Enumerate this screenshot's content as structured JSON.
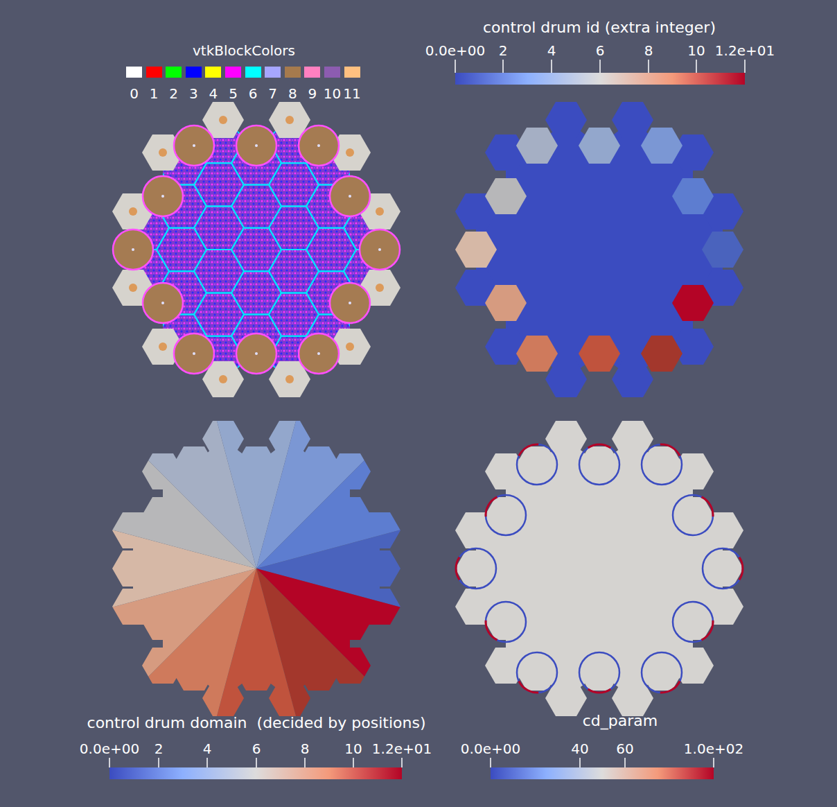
{
  "diagram": {
    "labels": [
      "vtkBlockColors",
      "control drum id (extra integer)",
      "0.0e+00",
      "2",
      "4",
      "6",
      "8",
      "10",
      "1.2e+01",
      "control drum domain  (decided by positions)",
      "0.0e+00",
      "2",
      "4",
      "6",
      "8",
      "10",
      "1.2e+01",
      "cd_param",
      "0.0e+00",
      "40",
      "60",
      "1.0e+02"
    ],
    "legend": [
      {
        "text": "0",
        "color": "#ffffff"
      },
      {
        "text": "1",
        "color": "#ff0000"
      },
      {
        "text": "2",
        "color": "#00ff00"
      },
      {
        "text": "3",
        "color": "#0000ff"
      },
      {
        "text": "4",
        "color": "#ffff00"
      },
      {
        "text": "5",
        "color": "#ff00ff"
      },
      {
        "text": "6",
        "color": "#00ffff"
      },
      {
        "text": "7",
        "color": "#a6a6ff"
      },
      {
        "text": "8",
        "color": "#a67a4d"
      },
      {
        "text": "9",
        "color": "#ff80c0"
      },
      {
        "text": "10",
        "color": "#8c5cb0"
      },
      {
        "text": "11",
        "color": "#ffc080"
      }
    ]
  }
}
